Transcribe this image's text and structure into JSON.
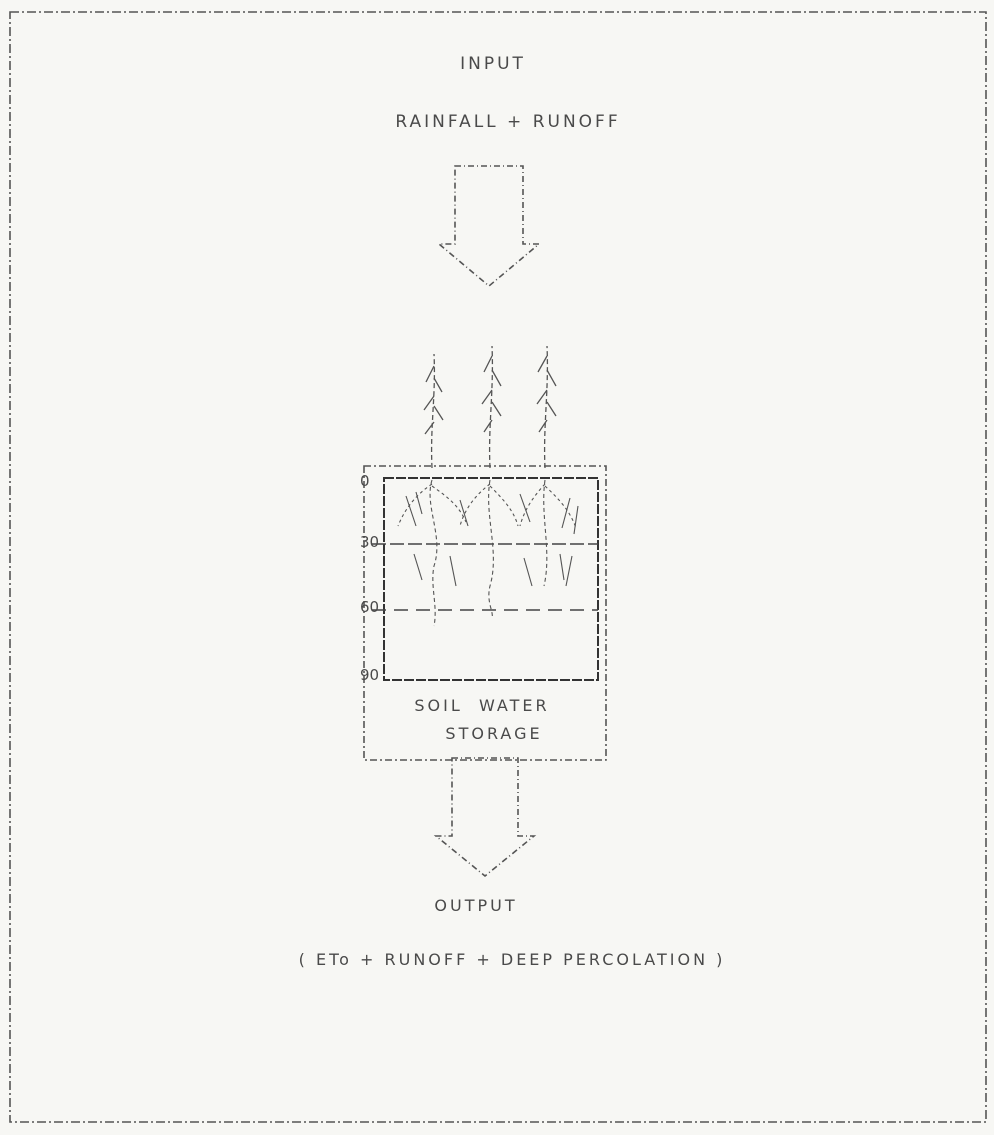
{
  "input": {
    "heading": "INPUT",
    "components": "RAINFALL + RUNOFF"
  },
  "soil_box": {
    "depth_labels": [
      "0",
      "30",
      "60",
      "90"
    ],
    "caption_line1": "SOIL  WATER",
    "caption_line2": "STORAGE"
  },
  "output": {
    "heading": "OUTPUT",
    "components": "( ETo + RUNOFF + DEEP PERCOLATION )"
  },
  "colors": {
    "ink": "#4a4a4a",
    "paper": "#f7f7f4"
  }
}
